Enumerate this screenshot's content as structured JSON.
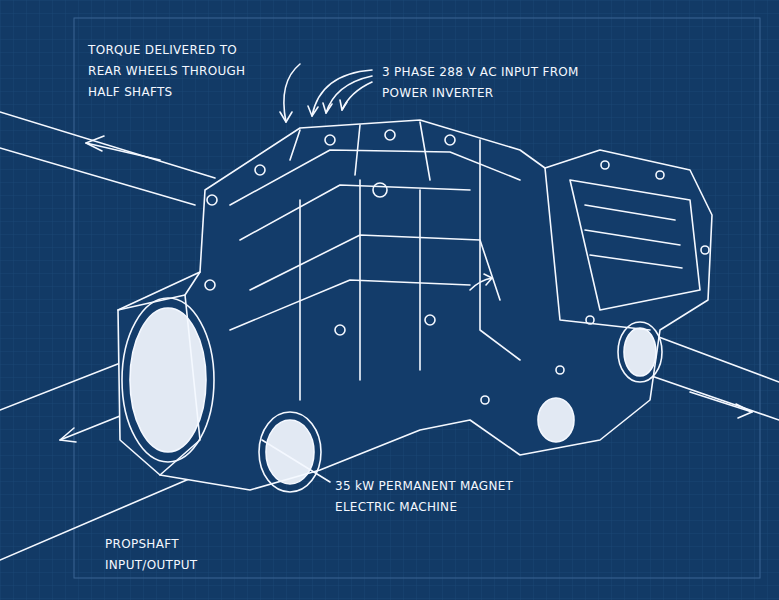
{
  "diagram": {
    "labels": [
      "TORQUE DELIVERED TO REAR WHEELS THROUGH HALF SHAFTS",
      "3 PHASE 288 V AC INPUT FROM POWER INVERTER",
      "35 kW PERMANENT MAGNET ELECTRIC MACHINE",
      "PROPSHAFT INPUT/OUTPUT"
    ]
  }
}
